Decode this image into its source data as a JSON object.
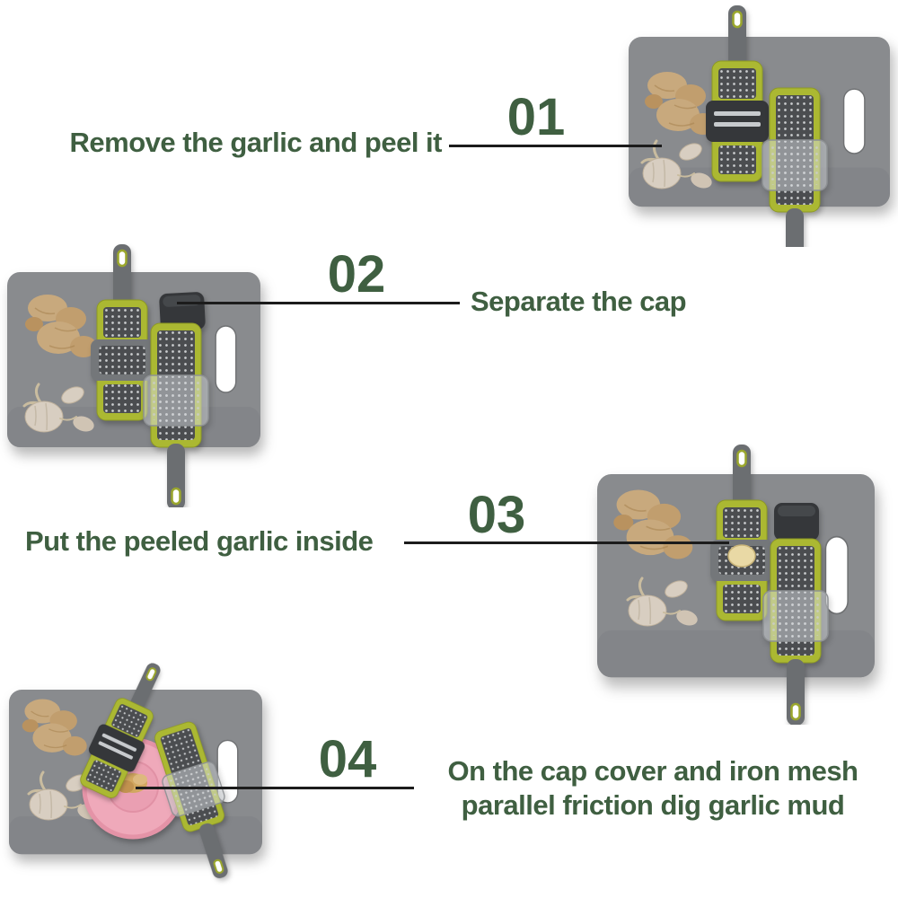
{
  "colors": {
    "text-green": "#3f5f41",
    "line-black": "#1c1c1c",
    "board-gray": "#898b8e",
    "lime": "#abb832",
    "handle-gray": "#6b6e71",
    "cap-dark": "#35373a",
    "mesh-dark": "#4b4d50",
    "ginger-tan": "#c8a97d",
    "garlic-white": "#d8cec1",
    "bowl-pink": "#efa9ba",
    "mud-tan": "#d1a760"
  },
  "steps": [
    {
      "number": "01",
      "label": "Remove the garlic and peel it",
      "photo_alt": "Cutting board with two graters, ginger root and unpeeled garlic; pointer touches the garlic"
    },
    {
      "number": "02",
      "label": "Separate the cap",
      "photo_alt": "Cutting board with graters; the dark cap is detached and set beside them"
    },
    {
      "number": "03",
      "label": "Put the peeled garlic inside",
      "photo_alt": "Peeled garlic clove sitting inside the grater compartment, cap set aside"
    },
    {
      "number": "04",
      "label_lines": [
        "On the cap cover and iron mesh",
        "parallel friction dig garlic mud"
      ],
      "photo_alt": "Two graters rubbed together over a pink bowl of garlic mud on the board"
    }
  ]
}
